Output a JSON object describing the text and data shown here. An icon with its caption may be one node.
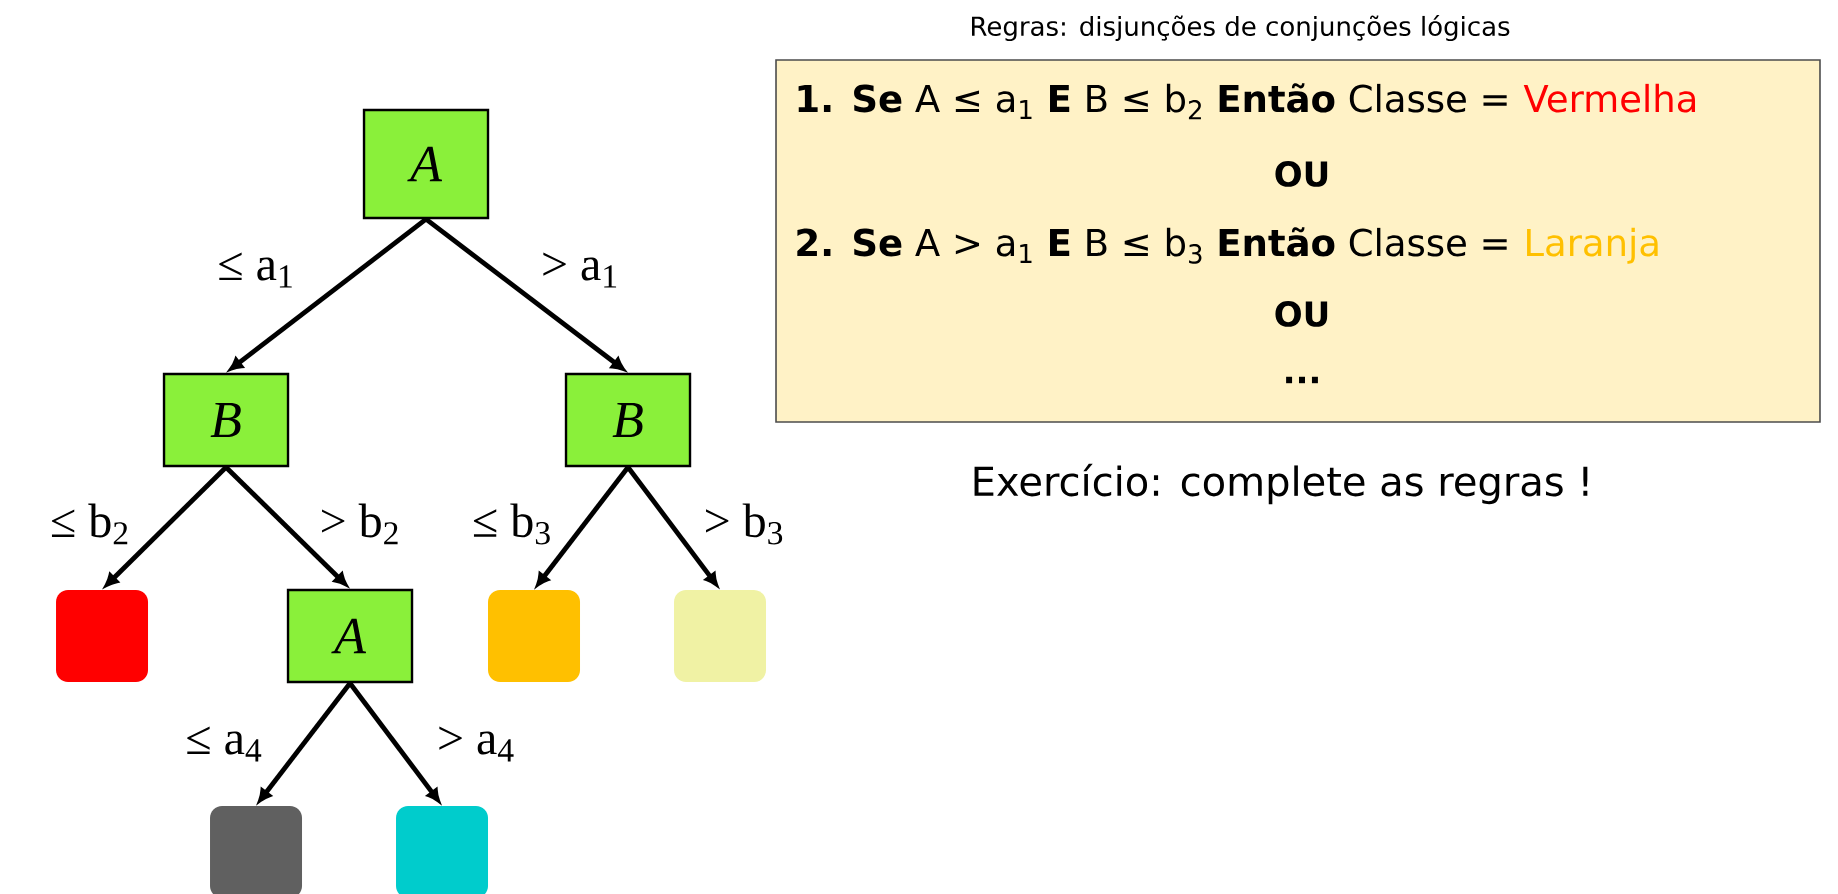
{
  "diagram": {
    "nodes": [
      {
        "text": [
          "A"
        ]
      },
      {
        "text": [
          "B"
        ]
      },
      {
        "text": [
          "B"
        ]
      },
      {
        "text": [],
        "shape": "box"
      },
      {
        "text": [
          "A"
        ]
      },
      {
        "text": [],
        "shape": "box"
      },
      {
        "text": [],
        "shape": "box"
      },
      {
        "text": [],
        "shape": "box"
      },
      {
        "text": [],
        "shape": "box"
      },
      {
        "text": [
          "Regras: disjunções de conjunções lógicas",
          "**1.  Se** A ≤ a$_{1}$ **E** B ≤ b$_{2}$ **Então** Classe =",
          "Vermelha",
          "OU",
          "**2.  Se** A > a$_{1}$ **E** B ≤ b$_{3}$ **Então** Classe =",
          "Laranja",
          "OU",
          "..."
        ]
      }
    ],
    "edges": [
      {
        "from": 0,
        "to": 1,
        "arrow": "to",
        "label": "≤ a$_{1}$"
      },
      {
        "from": 0,
        "to": 2,
        "arrow": "to",
        "label": "> a$_{1}$"
      },
      {
        "from": 1,
        "to": 3,
        "arrow": "to",
        "label": "≤ b$_{2}$"
      },
      {
        "from": 1,
        "to": 4,
        "arrow": "to",
        "label": "> b$_{2}$"
      },
      {
        "from": 2,
        "to": 5,
        "arrow": "to",
        "label": "≤ b$_{3}$"
      },
      {
        "from": 2,
        "to": 6,
        "arrow": "to",
        "label": "> b$_{3}$"
      },
      {
        "from": 4,
        "to": 7,
        "arrow": "to",
        "label": "≤ a$_{4}$"
      },
      {
        "from": 4,
        "to": 8,
        "arrow": "to",
        "label": "> a$_{4}$"
      }
    ],
    "labels": [
      "Exercício: complete as regras !"
    ]
  }
}
